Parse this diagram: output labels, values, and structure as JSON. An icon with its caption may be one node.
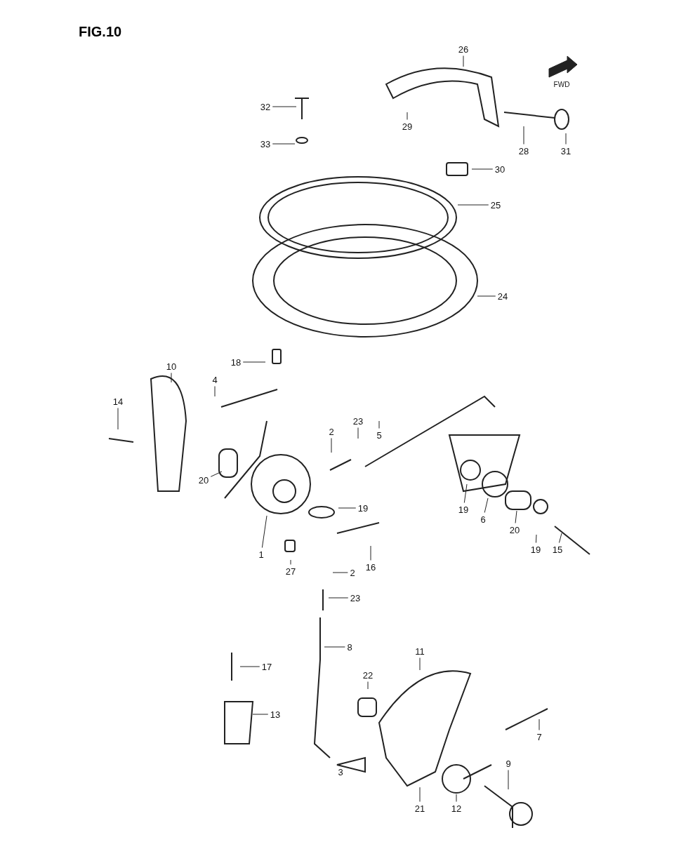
{
  "diagram": {
    "title": "FIG.10",
    "nodes": [
      {
        "text": [
          "26"
        ]
      },
      {
        "text": [
          "32"
        ]
      },
      {
        "text": [
          "29"
        ]
      },
      {
        "text": [
          "33"
        ]
      },
      {
        "text": [
          "28"
        ]
      },
      {
        "text": [
          "31"
        ]
      },
      {
        "text": [
          "30"
        ]
      },
      {
        "text": [
          "25"
        ]
      },
      {
        "text": [
          "24"
        ]
      },
      {
        "text": [
          "18"
        ]
      },
      {
        "text": [
          "10"
        ]
      },
      {
        "text": [
          "4"
        ]
      },
      {
        "text": [
          "14"
        ]
      },
      {
        "text": [
          "23"
        ]
      },
      {
        "text": [
          "2"
        ]
      },
      {
        "text": [
          "5"
        ]
      },
      {
        "text": [
          "20"
        ]
      },
      {
        "text": [
          "19"
        ]
      },
      {
        "text": [
          "19"
        ]
      },
      {
        "text": [
          "6"
        ]
      },
      {
        "text": [
          "20"
        ]
      },
      {
        "text": [
          "19"
        ]
      },
      {
        "text": [
          "15"
        ]
      },
      {
        "text": [
          "1"
        ]
      },
      {
        "text": [
          "16"
        ]
      },
      {
        "text": [
          "27"
        ]
      },
      {
        "text": [
          "2"
        ]
      },
      {
        "text": [
          "23"
        ]
      },
      {
        "text": [
          "8"
        ]
      },
      {
        "text": [
          "11"
        ]
      },
      {
        "text": [
          "17"
        ]
      },
      {
        "text": [
          "22"
        ]
      },
      {
        "text": [
          "13"
        ]
      },
      {
        "text": [
          "7"
        ]
      },
      {
        "text": [
          "9"
        ]
      },
      {
        "text": [
          "3"
        ]
      },
      {
        "text": [
          "21"
        ]
      },
      {
        "text": [
          "12"
        ]
      }
    ],
    "edges": [
      {
        "from": 0,
        "to": null,
        "arrow": "none"
      },
      {
        "from": 1,
        "to": null,
        "arrow": "none"
      },
      {
        "from": 2,
        "to": null,
        "arrow": "none"
      },
      {
        "from": 3,
        "to": null,
        "arrow": "none"
      },
      {
        "from": 4,
        "to": null,
        "arrow": "none"
      },
      {
        "from": 5,
        "to": null,
        "arrow": "none"
      },
      {
        "from": 6,
        "to": null,
        "arrow": "none"
      },
      {
        "from": 7,
        "to": null,
        "arrow": "none"
      },
      {
        "from": 8,
        "to": null,
        "arrow": "none"
      },
      {
        "from": 9,
        "to": null,
        "arrow": "none"
      },
      {
        "from": 10,
        "to": null,
        "arrow": "none"
      },
      {
        "from": 11,
        "to": null,
        "arrow": "none"
      },
      {
        "from": 12,
        "to": null,
        "arrow": "none"
      },
      {
        "from": 13,
        "to": null,
        "arrow": "none"
      },
      {
        "from": 14,
        "to": null,
        "arrow": "none"
      },
      {
        "from": 15,
        "to": null,
        "arrow": "none"
      },
      {
        "from": 16,
        "to": null,
        "arrow": "none"
      },
      {
        "from": 17,
        "to": null,
        "arrow": "none"
      },
      {
        "from": 18,
        "to": null,
        "arrow": "none"
      },
      {
        "from": 19,
        "to": null,
        "arrow": "none"
      },
      {
        "from": 20,
        "to": null,
        "arrow": "none"
      },
      {
        "from": 21,
        "to": null,
        "arrow": "none"
      },
      {
        "from": 22,
        "to": null,
        "arrow": "none"
      },
      {
        "from": 23,
        "to": null,
        "arrow": "none"
      },
      {
        "from": 24,
        "to": null,
        "arrow": "none"
      },
      {
        "from": 25,
        "to": null,
        "arrow": "none"
      },
      {
        "from": 26,
        "to": null,
        "arrow": "none"
      },
      {
        "from": 27,
        "to": null,
        "arrow": "none"
      },
      {
        "from": 28,
        "to": null,
        "arrow": "none"
      },
      {
        "from": 29,
        "to": null,
        "arrow": "none"
      },
      {
        "from": 30,
        "to": null,
        "arrow": "none"
      },
      {
        "from": 31,
        "to": null,
        "arrow": "none"
      },
      {
        "from": 32,
        "to": null,
        "arrow": "none"
      },
      {
        "from": 33,
        "to": null,
        "arrow": "none"
      },
      {
        "from": 34,
        "to": null,
        "arrow": "none"
      },
      {
        "from": 35,
        "to": null,
        "arrow": "none"
      },
      {
        "from": 36,
        "to": null,
        "arrow": "none"
      },
      {
        "from": 37,
        "to": null,
        "arrow": "none"
      }
    ],
    "labels": [
      "FWD"
    ]
  }
}
